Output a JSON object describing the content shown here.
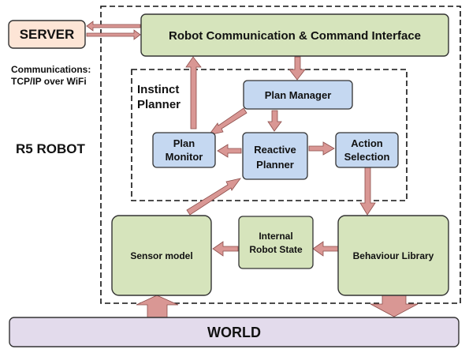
{
  "colors": {
    "green_fill": "#d6e4bc",
    "blue_fill": "#c5d8f1",
    "server_fill": "#fde5d6",
    "world_fill": "#e3dbec",
    "arrow_fill": "#d99794",
    "arrow_stroke": "#8c4d4a",
    "box_stroke": "#333333"
  },
  "labels": {
    "server": "SERVER",
    "communications_line1": "Communications:",
    "communications_line2": "TCP/IP over WiFi",
    "robot": "R5 ROBOT",
    "robot_comm_interface": "Robot Communication & Command Interface",
    "instinct_planner_line1": "Instinct",
    "instinct_planner_line2": "Planner",
    "plan_manager": "Plan Manager",
    "plan_monitor_line1": "Plan",
    "plan_monitor_line2": "Monitor",
    "reactive_planner_line1": "Reactive",
    "reactive_planner_line2": "Planner",
    "action_selection_line1": "Action",
    "action_selection_line2": "Selection",
    "sensor_model": "Sensor model",
    "internal_state_line1": "Internal",
    "internal_state_line2": "Robot State",
    "behaviour_library": "Behaviour Library",
    "world": "WORLD"
  }
}
